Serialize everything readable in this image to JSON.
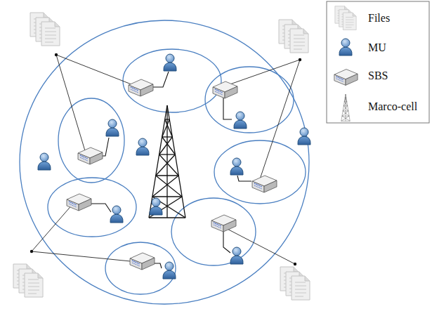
{
  "diagram": {
    "legend": [
      {
        "text": "Files"
      },
      {
        "text": "MU"
      },
      {
        "text": "SBS"
      },
      {
        "text": "Marco-cell"
      }
    ]
  }
}
